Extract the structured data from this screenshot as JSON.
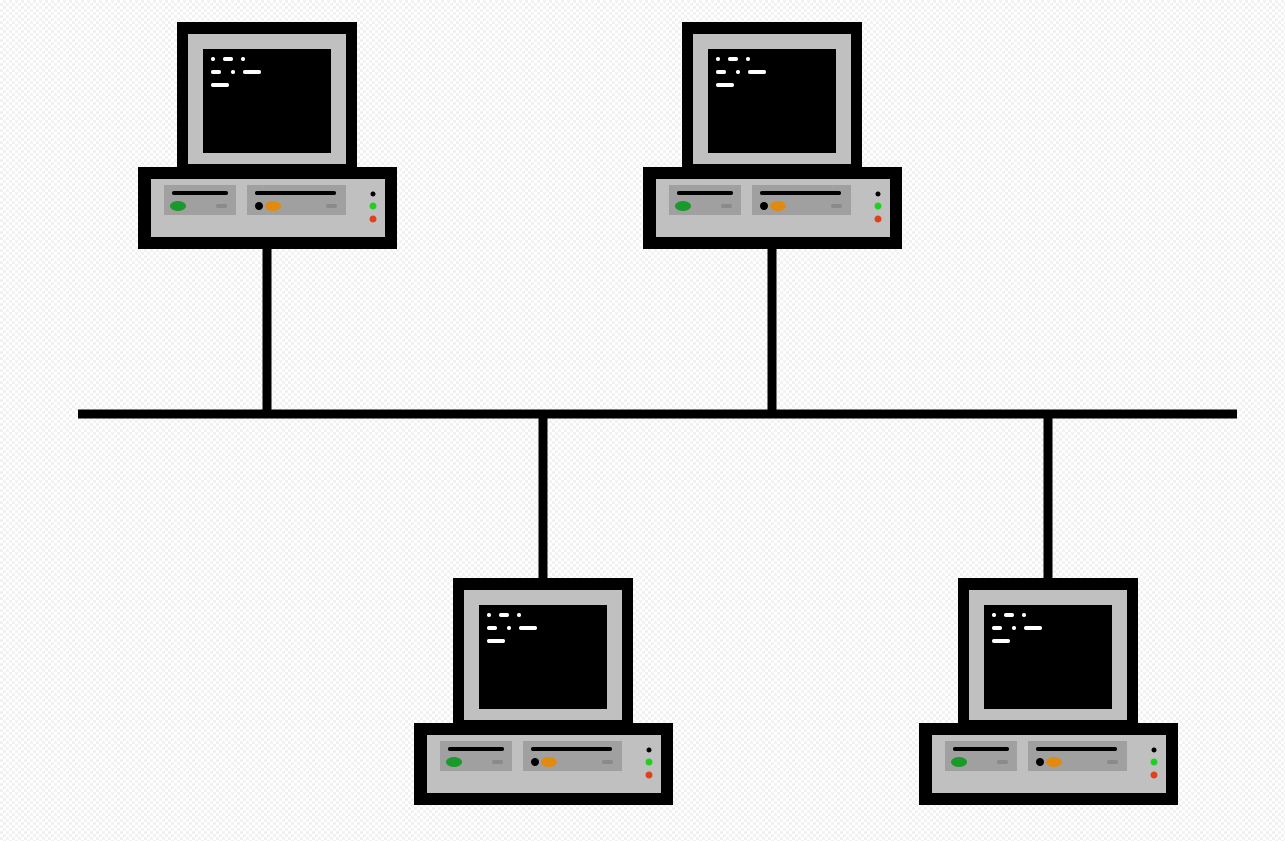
{
  "diagram": {
    "type": "bus-network-topology",
    "node_count": 4,
    "nodes": [
      {
        "id": "computer-1",
        "icon": "desktop-computer-icon",
        "position": "top-left"
      },
      {
        "id": "computer-2",
        "icon": "desktop-computer-icon",
        "position": "top-right"
      },
      {
        "id": "computer-3",
        "icon": "desktop-computer-icon",
        "position": "bottom-left"
      },
      {
        "id": "computer-4",
        "icon": "desktop-computer-icon",
        "position": "bottom-right"
      }
    ],
    "colors": {
      "outline": "#000000",
      "casing": "#c0c0c0",
      "panel": "#a0a0a0",
      "screen": "#000000",
      "screen_text": "#ffffff",
      "led_green": "#1fd11f",
      "led_red": "#e0401a",
      "led_black": "#000000",
      "button_green": "#1a9a2a",
      "button_orange": "#e08a10",
      "slot_gray": "#8a8a8a"
    }
  }
}
